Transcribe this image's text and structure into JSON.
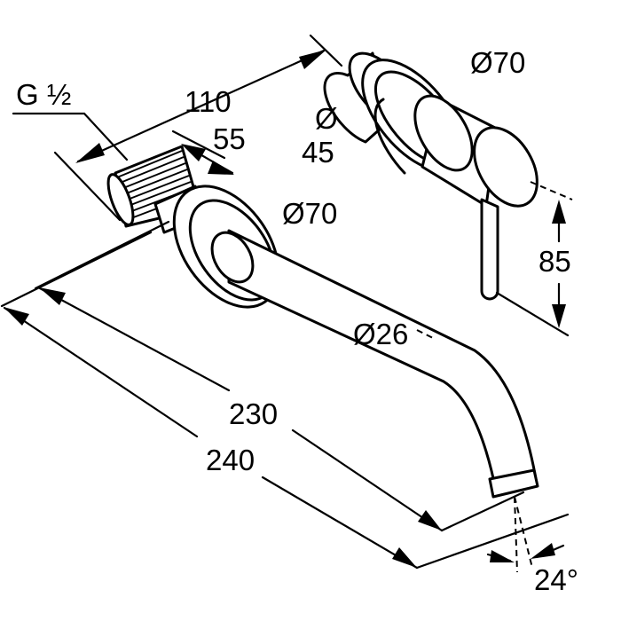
{
  "labels": {
    "thread": "G ½",
    "dim_110": "110",
    "dim_55": "55",
    "valve_rosette_dia": "Ø70",
    "valve_body_dia_symbol": "Ø",
    "valve_body_dia_value": "45",
    "spout_rosette_dia": "Ø70",
    "spout_dia": "Ø26",
    "dim_85": "85",
    "dim_230": "230",
    "dim_240": "240",
    "angle": "24°"
  },
  "colors": {
    "line": "#000000",
    "background": "#ffffff"
  }
}
